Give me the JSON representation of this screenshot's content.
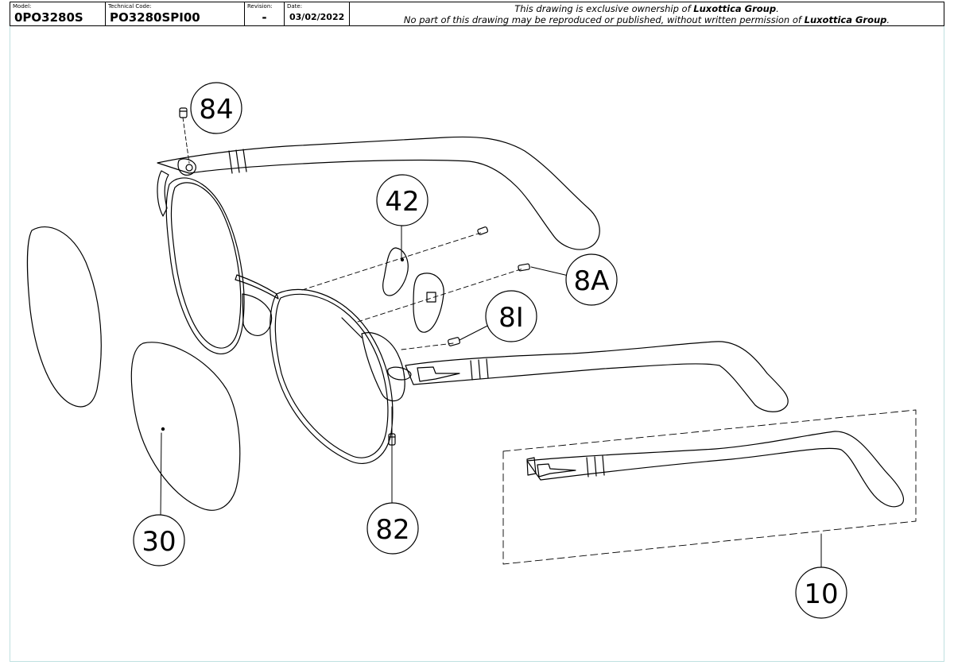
{
  "title_block": {
    "model_label": "Model:",
    "model_value": "0PO3280S",
    "technical_code_label": "Technical Code:",
    "technical_code_value": "PO3280SPI00",
    "revision_label": "Revision:",
    "revision_value": "-",
    "date_label": "Date:",
    "date_value": "03/02/2022",
    "notice_line1_prefix": "This drawing is exclusive ownership of ",
    "notice_line1_owner": "Luxottica Group",
    "notice_line1_suffix": ".",
    "notice_line2_prefix": "No part of this drawing may be reproduced or published, without written permission of ",
    "notice_line2_owner": "Luxottica Group",
    "notice_line2_suffix": "."
  },
  "callouts": {
    "c84": "84",
    "c42": "42",
    "c8A": "8A",
    "c8I": "8I",
    "c30": "30",
    "c82": "82",
    "c10": "10"
  },
  "colors": {
    "line": "#000000",
    "frame_border": "#bfe0e0"
  }
}
